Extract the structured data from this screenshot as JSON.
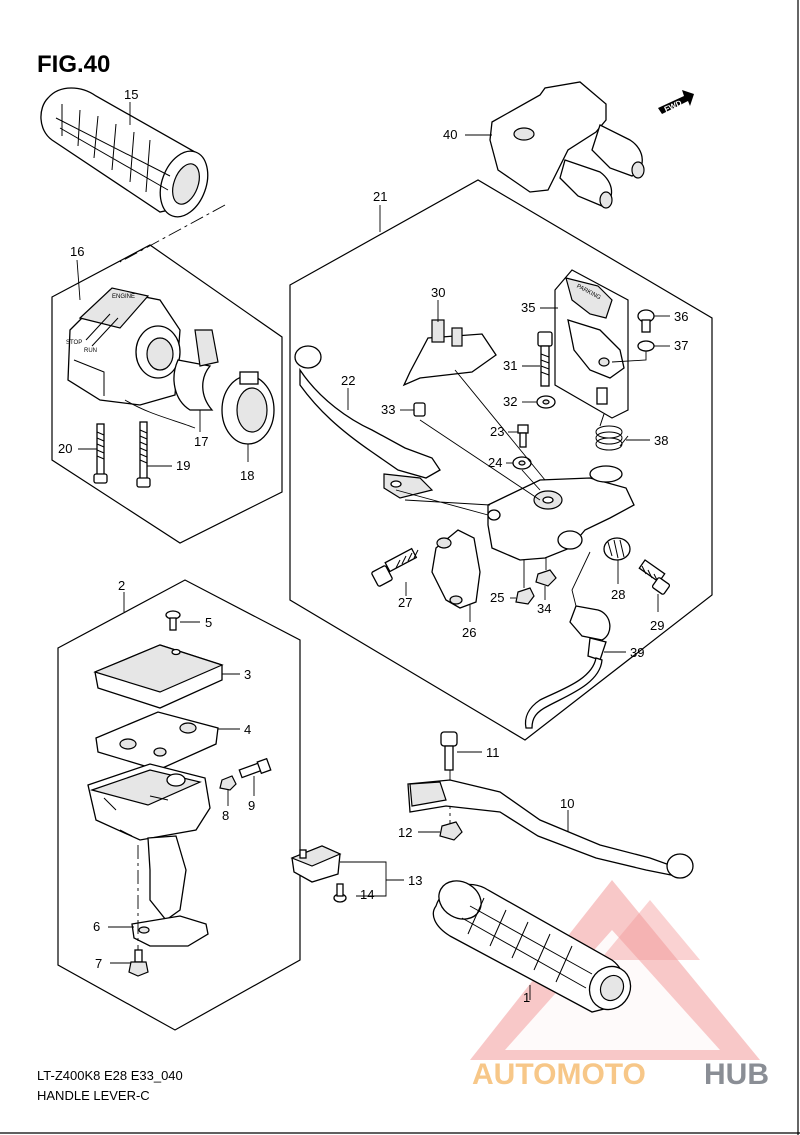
{
  "figure": {
    "title": "FIG.40",
    "footer_code": "LT-Z400K8 E28 E33_040",
    "footer_name": "HANDLE LEVER-C",
    "fwd_label": "FWD",
    "parking_label": "PARKING",
    "switch_labels": [
      "STOP",
      "RUN",
      "ENGINE"
    ]
  },
  "callouts": [
    {
      "id": "c1",
      "text": "1"
    },
    {
      "id": "c2",
      "text": "2"
    },
    {
      "id": "c3",
      "text": "3"
    },
    {
      "id": "c4",
      "text": "4"
    },
    {
      "id": "c5",
      "text": "5"
    },
    {
      "id": "c6",
      "text": "6"
    },
    {
      "id": "c7",
      "text": "7"
    },
    {
      "id": "c8",
      "text": "8"
    },
    {
      "id": "c9",
      "text": "9"
    },
    {
      "id": "c10",
      "text": "10"
    },
    {
      "id": "c11",
      "text": "11"
    },
    {
      "id": "c12",
      "text": "12"
    },
    {
      "id": "c13",
      "text": "13"
    },
    {
      "id": "c14",
      "text": "14"
    },
    {
      "id": "c15",
      "text": "15"
    },
    {
      "id": "c16",
      "text": "16"
    },
    {
      "id": "c17",
      "text": "17"
    },
    {
      "id": "c18",
      "text": "18"
    },
    {
      "id": "c19",
      "text": "19"
    },
    {
      "id": "c20",
      "text": "20"
    },
    {
      "id": "c21",
      "text": "21"
    },
    {
      "id": "c22",
      "text": "22"
    },
    {
      "id": "c23",
      "text": "23"
    },
    {
      "id": "c24",
      "text": "24"
    },
    {
      "id": "c25",
      "text": "25"
    },
    {
      "id": "c26",
      "text": "26"
    },
    {
      "id": "c27",
      "text": "27"
    },
    {
      "id": "c28",
      "text": "28"
    },
    {
      "id": "c29",
      "text": "29"
    },
    {
      "id": "c30",
      "text": "30"
    },
    {
      "id": "c31",
      "text": "31"
    },
    {
      "id": "c32",
      "text": "32"
    },
    {
      "id": "c33",
      "text": "33"
    },
    {
      "id": "c34",
      "text": "34"
    },
    {
      "id": "c35",
      "text": "35"
    },
    {
      "id": "c36",
      "text": "36"
    },
    {
      "id": "c37",
      "text": "37"
    },
    {
      "id": "c38",
      "text": "38"
    },
    {
      "id": "c39",
      "text": "39"
    },
    {
      "id": "c40",
      "text": "40"
    }
  ],
  "watermark": {
    "part1": "AUTOMOTO",
    "part2": "HUB",
    "color_primary": "#f2a23a",
    "color_secondary": "#e84a4a",
    "color_dark": "#3d4450"
  }
}
